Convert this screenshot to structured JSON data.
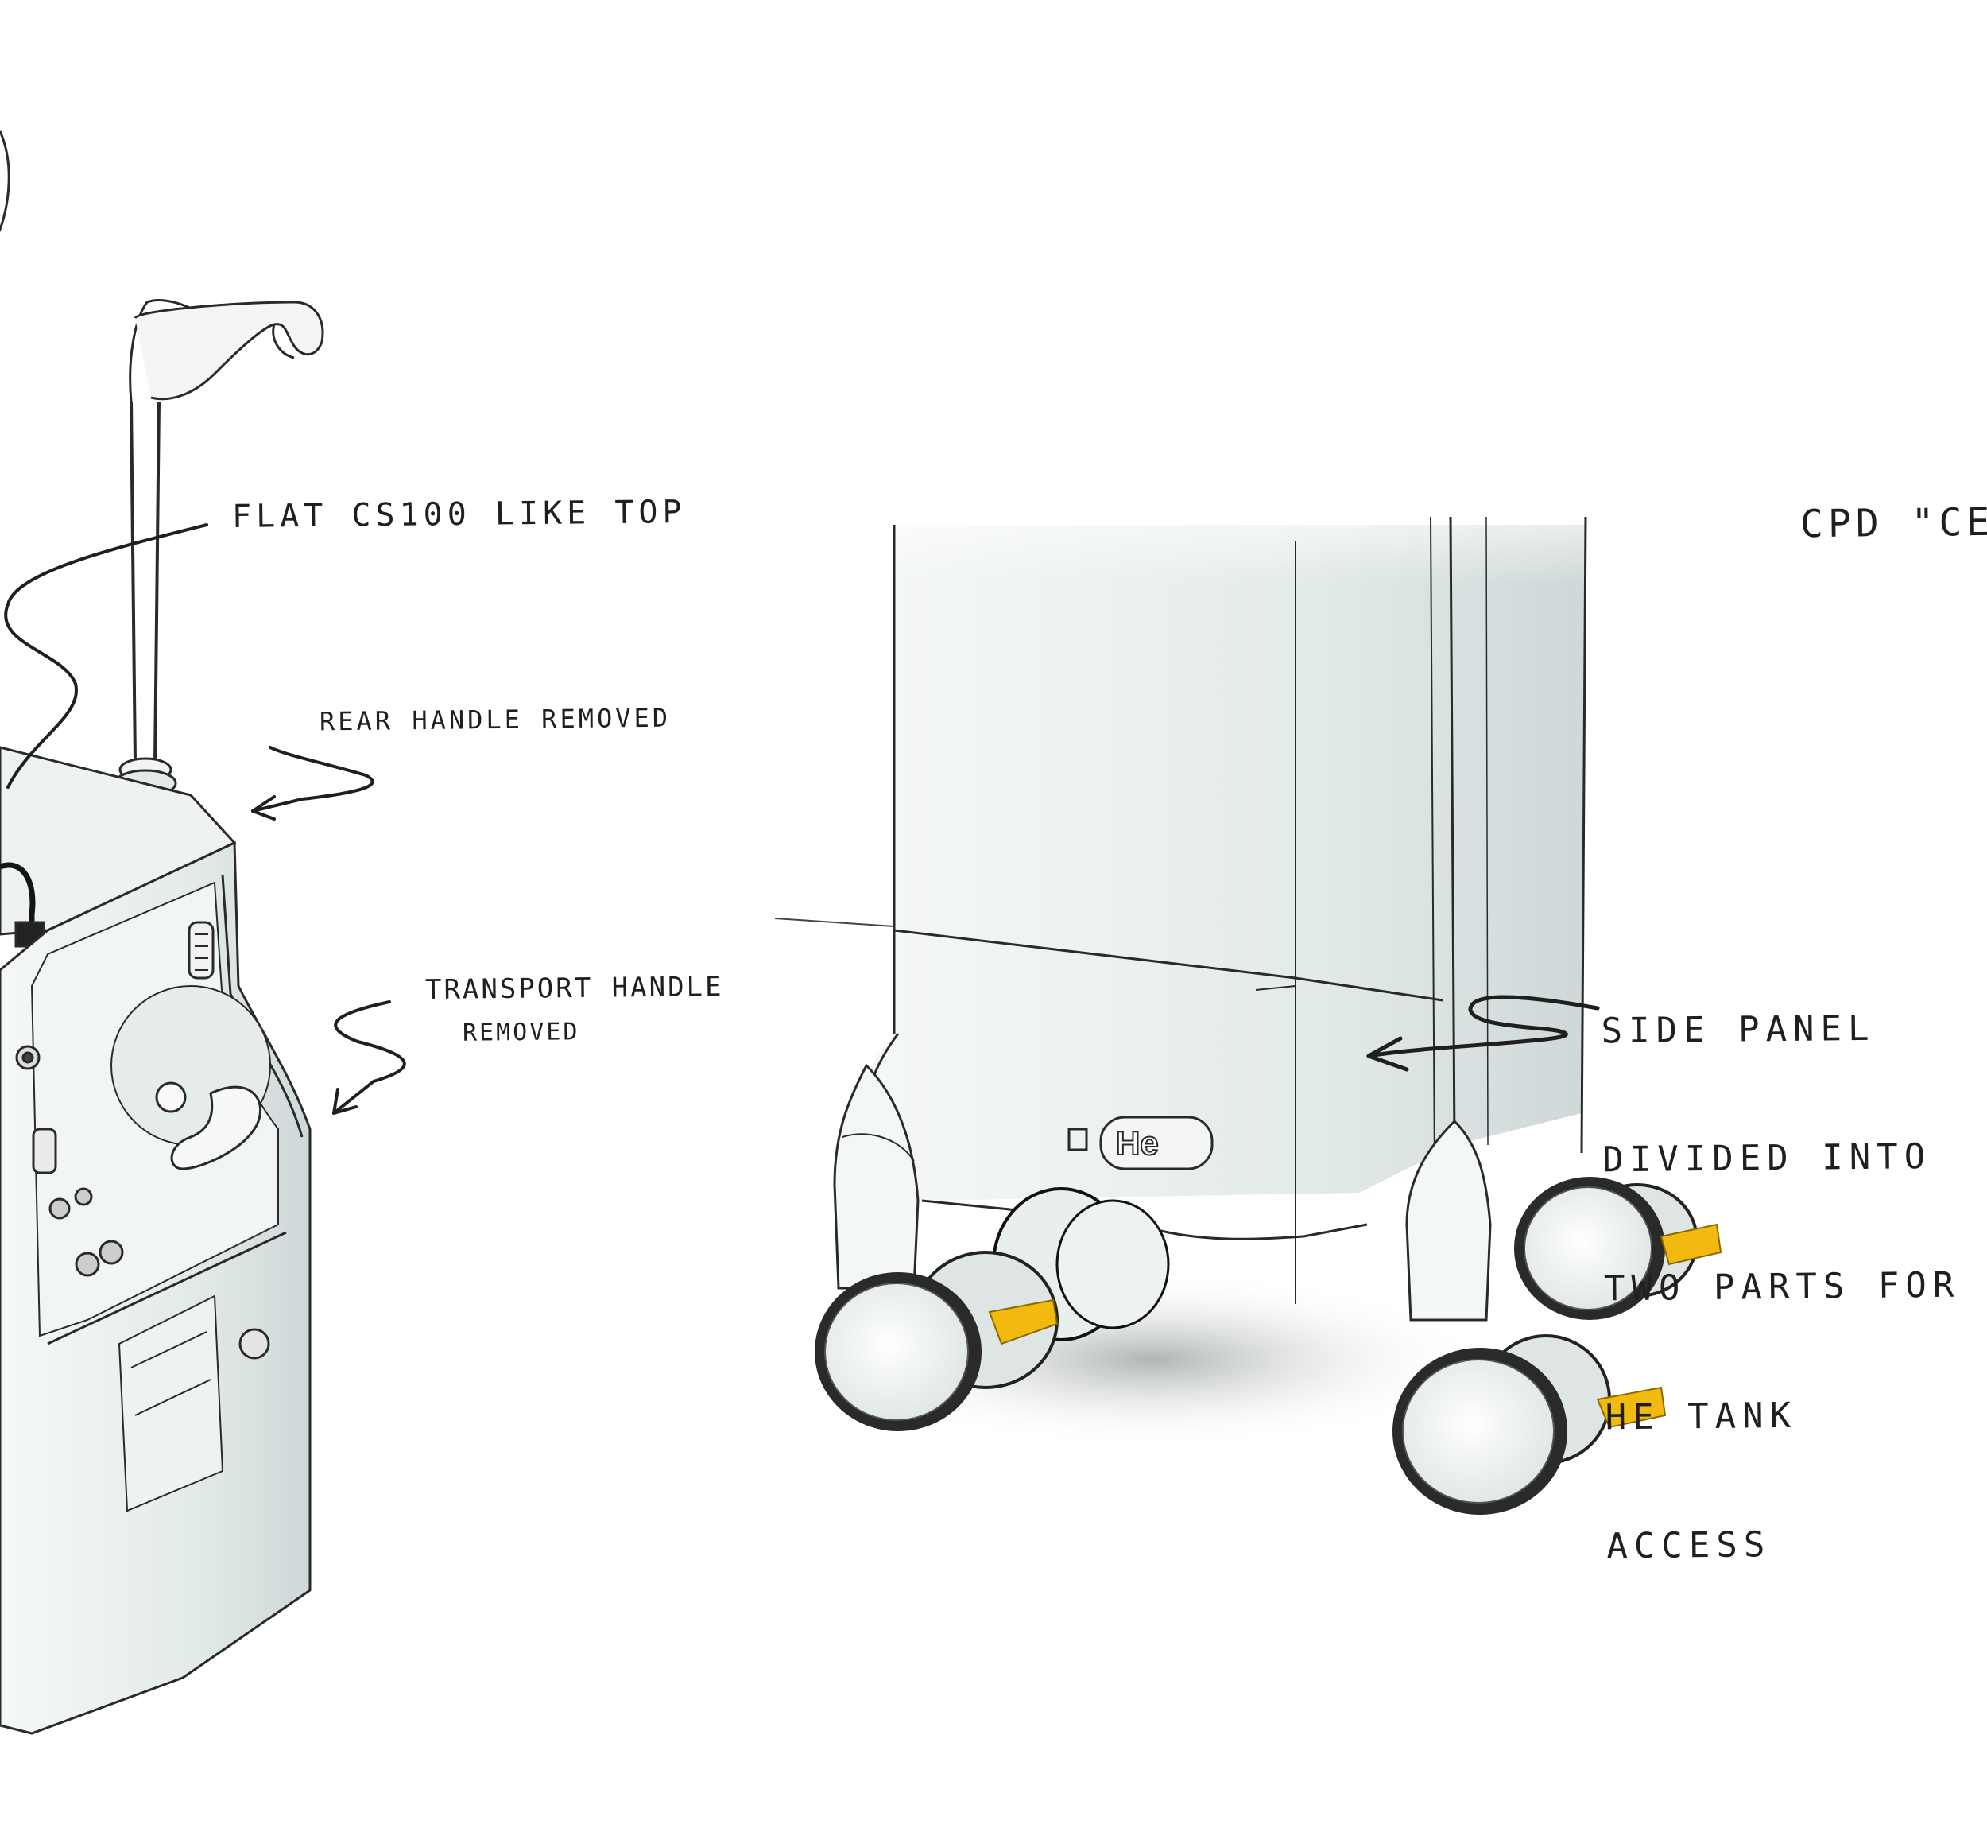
{
  "annotations": {
    "flat_top": "FLAT CS100 LIKE TOP",
    "rear_handle": "REAR HANDLE REMOVED",
    "transport_handle": [
      "TRANSPORT HANDLE",
      "REMOVED"
    ],
    "side_panel": [
      "SIDE PANEL",
      "DIVIDED INTO",
      "TWO PARTS FOR",
      "HE TANK",
      "ACCESS"
    ],
    "cpd": "CPD \"CE"
  },
  "badge": {
    "label": "He"
  },
  "colors": {
    "ink": "#1f1f1f",
    "body": "#e8eeee",
    "brake": "#f2b90f"
  }
}
